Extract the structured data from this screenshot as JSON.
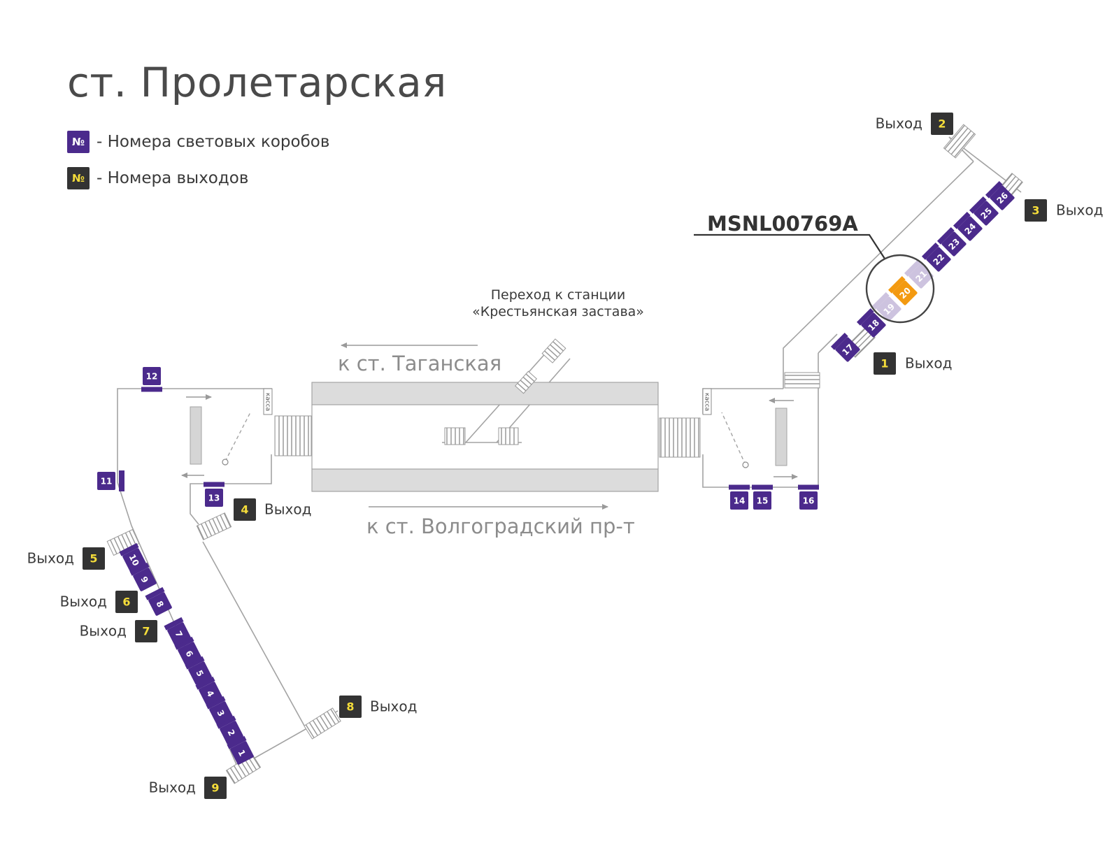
{
  "title": "ст. Пролетарская",
  "legend": [
    {
      "symbol": "№",
      "text": "- Номера световых коробов",
      "kind": "box"
    },
    {
      "symbol": "№",
      "text": "- Номера выходов",
      "kind": "exit"
    }
  ],
  "colors": {
    "box": "#4b2a8c",
    "box_faded": "#cdc3df",
    "box_highlight": "#f39a11",
    "exit": "#333333",
    "exit_number": "#f5dd3a",
    "walls": "#9a9a9a",
    "platform": "#dcdcdc"
  },
  "highlight_code": "MSNL00769A",
  "transfer_label": [
    "Переход к станции",
    "«Крестьянская застава»"
  ],
  "direction_labels": {
    "taganskaya": "к ст. Таганская",
    "volgogradsky": "к ст. Волгоградский пр-т"
  },
  "kassa_label": "касса",
  "exit_word": "Выход",
  "exits": [
    "1",
    "2",
    "3",
    "4",
    "5",
    "6",
    "7",
    "8",
    "9"
  ],
  "boxes": [
    "1",
    "2",
    "3",
    "4",
    "5",
    "6",
    "7",
    "8",
    "9",
    "10",
    "11",
    "12",
    "13",
    "14",
    "15",
    "16",
    "17",
    "18",
    "19",
    "20",
    "21",
    "22",
    "23",
    "24",
    "25",
    "26"
  ],
  "box_states": {
    "19": "faded",
    "20": "highlight",
    "21": "faded"
  }
}
